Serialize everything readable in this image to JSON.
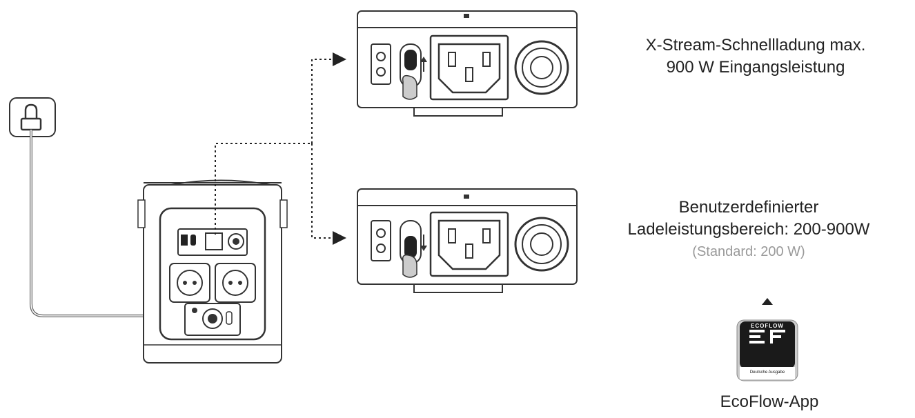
{
  "captions": {
    "top": {
      "line1": "X-Stream-Schnellladung max.",
      "line2": "900 W Eingangsleistung"
    },
    "bottom": {
      "line1": "Benutzerdefinierter",
      "line2": "Ladeleistungsbereich: 200-900W",
      "line3": "(Standard: 200 W)"
    }
  },
  "app": {
    "label": "EcoFlow-App",
    "badge_brand": "ECOFLOW",
    "badge_edition": "Deutsche Ausgabe"
  },
  "colors": {
    "line": "#222222",
    "muted_text": "#999999",
    "app_badge_bg": "#1a1a1a"
  },
  "icons": [
    "wall-socket-icon",
    "power-station-icon",
    "ac-input-panel-icon",
    "arrow-up-icon",
    "arrow-down-icon",
    "ecoflow-logo-icon",
    "triangle-up-icon"
  ]
}
